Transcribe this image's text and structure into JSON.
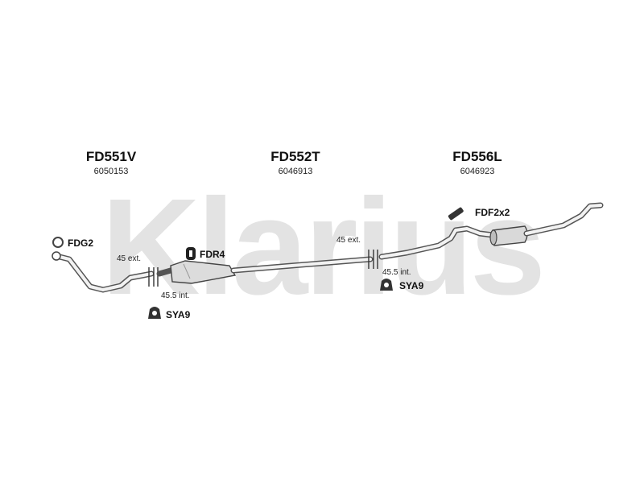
{
  "watermark": "Klarius",
  "parts": [
    {
      "code": "FD551V",
      "number": "6050153"
    },
    {
      "code": "FD552T",
      "number": "6046913"
    },
    {
      "code": "FD556L",
      "number": "6046923"
    }
  ],
  "accessories": {
    "fdg2": "FDG2",
    "fdr4": "FDR4",
    "fdf2x2": "FDF2x2",
    "sya9_left": "SYA9",
    "sya9_right": "SYA9"
  },
  "dimensions": {
    "left_ext": "45 ext.",
    "left_int": "45.5 int.",
    "right_ext": "45 ext.",
    "right_int": "45.5 int."
  }
}
